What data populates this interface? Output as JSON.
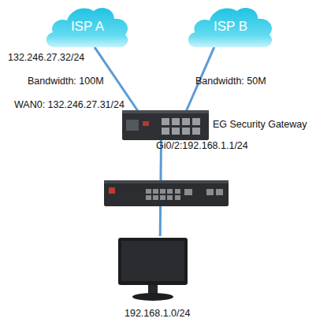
{
  "diagram": {
    "nodes": [
      {
        "text": [
          "ISP A"
        ]
      },
      {
        "text": [
          "ISP B"
        ]
      },
      {
        "text": [
          "EG Security Gateway"
        ]
      },
      {
        "text": [
          "192.168.1.0/24"
        ]
      }
    ],
    "edges": [
      {
        "from": 0,
        "to": 2,
        "arrow": "none",
        "label": "Bandwidth: 100M"
      },
      {
        "from": 1,
        "to": 2,
        "arrow": "none",
        "label": "Bandwidth: 50M"
      },
      {
        "from": 2,
        "to": 3,
        "arrow": "none"
      }
    ],
    "labels": [
      "132.246.27.32/24",
      "WAN0: 132.246.27.31/24",
      "Gi0/2:192.168.1.1/24"
    ]
  }
}
